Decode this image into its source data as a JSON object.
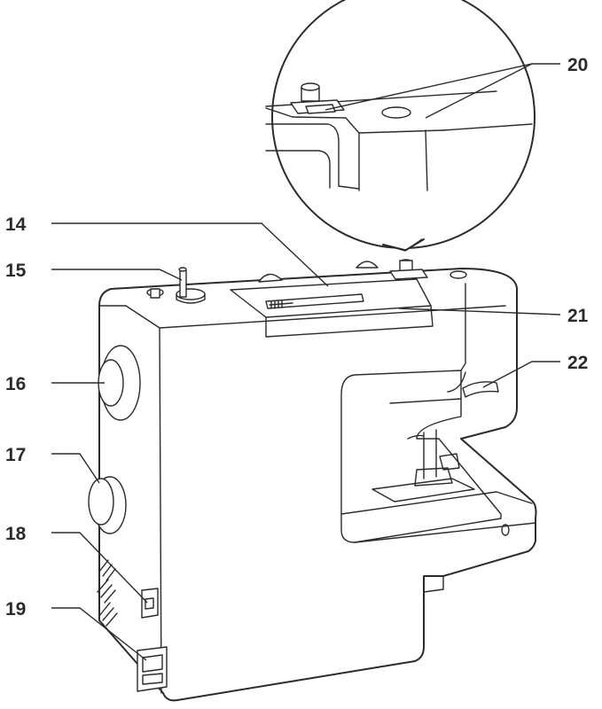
{
  "diagram": {
    "callouts": [
      {
        "id": "20",
        "label": "20"
      },
      {
        "id": "14",
        "label": "14"
      },
      {
        "id": "15",
        "label": "15"
      },
      {
        "id": "21",
        "label": "21"
      },
      {
        "id": "16",
        "label": "16"
      },
      {
        "id": "22",
        "label": "22"
      },
      {
        "id": "17",
        "label": "17"
      },
      {
        "id": "18",
        "label": "18"
      },
      {
        "id": "19",
        "label": "19"
      }
    ]
  }
}
